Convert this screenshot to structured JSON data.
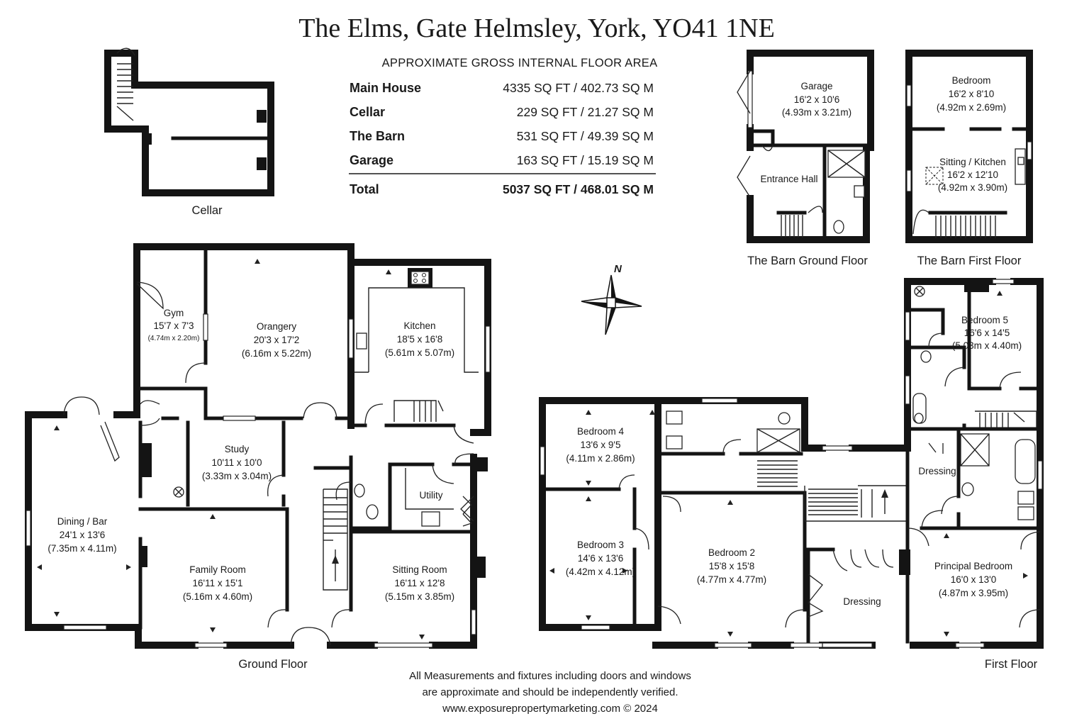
{
  "title": "The Elms, Gate Helmsley, York, YO41 1NE",
  "area_table": {
    "header": "APPROXIMATE GROSS INTERNAL FLOOR AREA",
    "rows": [
      {
        "label": "Main House",
        "value": "4335 SQ FT / 402.73 SQ M"
      },
      {
        "label": "Cellar",
        "value": "229 SQ FT / 21.27 SQ M"
      },
      {
        "label": "The Barn",
        "value": "531 SQ FT / 49.39 SQ M"
      },
      {
        "label": "Garage",
        "value": "163 SQ FT / 15.19 SQ M"
      }
    ],
    "total": {
      "label": "Total",
      "value": "5037 SQ FT / 468.01 SQ M"
    }
  },
  "floor_labels": {
    "cellar": "Cellar",
    "barn_ground": "The Barn Ground Floor",
    "barn_first": "The Barn First Floor",
    "ground": "Ground Floor",
    "first": "First Floor"
  },
  "compass": "N",
  "rooms": {
    "gym": {
      "name": "Gym",
      "imperial": "15'7 x 7'3",
      "metric": "(4.74m x 2.20m)"
    },
    "orangery": {
      "name": "Orangery",
      "imperial": "20'3 x 17'2",
      "metric": "(6.16m x 5.22m)"
    },
    "kitchen": {
      "name": "Kitchen",
      "imperial": "18'5 x 16'8",
      "metric": "(5.61m x 5.07m)"
    },
    "study": {
      "name": "Study",
      "imperial": "10'11 x 10'0",
      "metric": "(3.33m x 3.04m)"
    },
    "utility": {
      "name": "Utility"
    },
    "dining": {
      "name": "Dining / Bar",
      "imperial": "24'1 x 13'6",
      "metric": "(7.35m x 4.11m)"
    },
    "family": {
      "name": "Family Room",
      "imperial": "16'11 x 15'1",
      "metric": "(5.16m x 4.60m)"
    },
    "sitting": {
      "name": "Sitting Room",
      "imperial": "16'11 x 12'8",
      "metric": "(5.15m x 3.85m)"
    },
    "garage": {
      "name": "Garage",
      "imperial": "16'2 x 10'6",
      "metric": "(4.93m x 3.21m)"
    },
    "entrance": {
      "name": "Entrance Hall"
    },
    "barn_bedroom": {
      "name": "Bedroom",
      "imperial": "16'2 x 8'10",
      "metric": "(4.92m x 2.69m)"
    },
    "barn_sitting": {
      "name": "Sitting / Kitchen",
      "imperial": "16'2 x 12'10",
      "metric": "(4.92m x 3.90m)"
    },
    "bedroom5": {
      "name": "Bedroom 5",
      "imperial": "16'6 x 14'5",
      "metric": "(5.03m x 4.40m)"
    },
    "bedroom4": {
      "name": "Bedroom 4",
      "imperial": "13'6 x 9'5",
      "metric": "(4.11m x 2.86m)"
    },
    "bedroom3": {
      "name": "Bedroom 3",
      "imperial": "14'6 x 13'6",
      "metric": "(4.42m x 4.12m)"
    },
    "bedroom2": {
      "name": "Bedroom 2",
      "imperial": "15'8 x 15'8",
      "metric": "(4.77m x 4.77m)"
    },
    "dressing1": {
      "name": "Dressing"
    },
    "dressing2": {
      "name": "Dressing"
    },
    "principal": {
      "name": "Principal Bedroom",
      "imperial": "16'0 x 13'0",
      "metric": "(4.87m x 3.95m)"
    }
  },
  "footer": {
    "line1": "All Measurements and fixtures including doors and windows",
    "line2": "are approximate and should be independently verified.",
    "line3": "www.exposurepropertymarketing.com © 2024"
  }
}
